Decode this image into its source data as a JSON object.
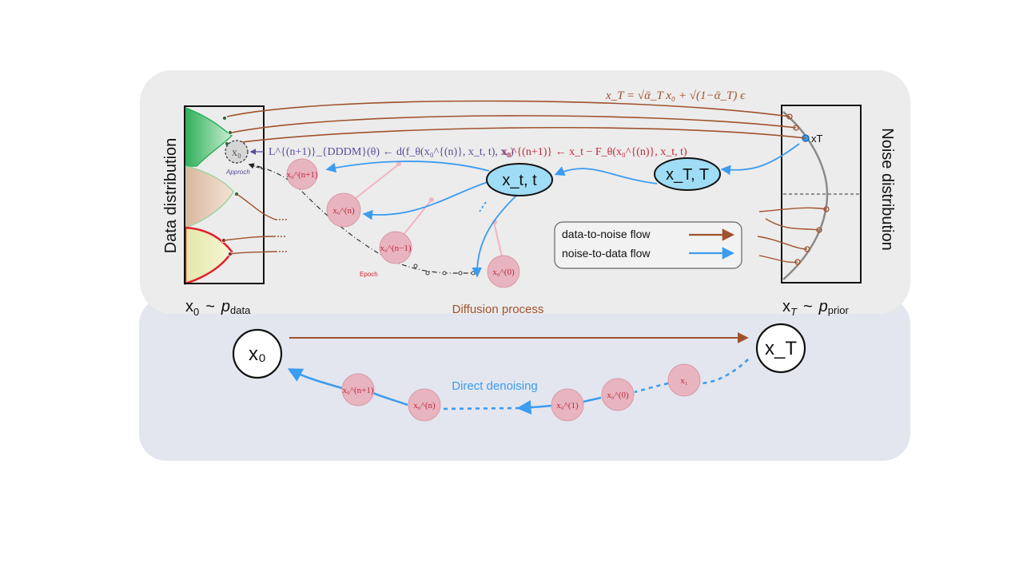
{
  "labels": {
    "data_distribution": "Data distribution",
    "noise_distribution": "Noise distribution",
    "x0_pdata": {
      "x": "x",
      "sub0": "0",
      "tilde": "~",
      "p": "p",
      "sub": "data"
    },
    "xT_pprior": {
      "x": "x",
      "subT": "T",
      "tilde": "~",
      "p": "p",
      "sub": "prior"
    },
    "diffusion_process": "Diffusion process",
    "direct_denoising": "Direct denoising",
    "approach": "Approch",
    "epoch": "Epoch",
    "xT_marker": "xT"
  },
  "equations": {
    "forward": "x_T = √ᾱ_T x₀ + √(1−ᾱ_T) ϵ",
    "loss": "L^{(n+1)}_{DDDM}(θ) ← d(f_θ(x₀^{(n)}, x_t, t), x₀)",
    "update": "x₀^{(n+1)} ← x_t − F_θ(x₀^{(n)}, x_t, t)"
  },
  "nodes": {
    "xt_t": "x_t, t",
    "xT_T": "x_T, T",
    "x0_bubble": "x₀",
    "bottom_x0": "x₀",
    "bottom_xT": "x_T"
  },
  "top_iterates": [
    "x₀^(n+1)",
    "x₀^(n)",
    "x₀^(n−1)",
    "x₀^(0)"
  ],
  "bottom_iterates": [
    "x₀^(n+1)",
    "x₀^(n)",
    "x₀^(1)",
    "x₀^(0)",
    "x₁"
  ],
  "legend": {
    "items": [
      {
        "label": "data-to-noise flow",
        "color": "#a0522d"
      },
      {
        "label": "noise-to-data flow",
        "color": "#3b9cf0"
      }
    ]
  },
  "colors": {
    "forward_flow": "#a0522d",
    "reverse_flow": "#3b9cf0",
    "iterate_fill": "#e8b4bf",
    "iterate_text": "#c0283c",
    "node_fill": "#9fdcf5",
    "panel_top": "#ececec",
    "panel_bottom": "#e3e6ee"
  }
}
